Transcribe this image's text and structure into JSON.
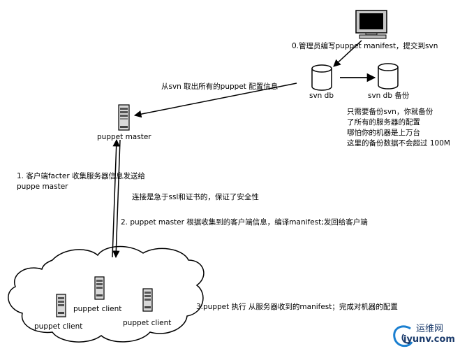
{
  "nodes": {
    "svn_db": "svn db",
    "svn_db_backup": "svn db 备份",
    "puppet_master": "puppet master",
    "client_left": "puppet client",
    "client_mid": "puppet client",
    "client_right": "puppet client"
  },
  "edges": {
    "admin_to_svn": "0.管理员编写puppet manifest，提交到svn",
    "svn_to_master": "从svn 取出所有的puppet 配置信息",
    "client_to_master_l1": "1. 客户端facter 收集服务器信息发送给",
    "client_to_master_l2": "puppe master",
    "ssl_note": "连接是急于ssl和证书的，保证了安全性",
    "master_to_client": "2. puppet master 根据收集到的客户端信息，编译manifest;发回给客户端",
    "client_apply": "3.puppet 执行 从服务器收到的manifest；完成对机器的配置"
  },
  "backup_note": [
    "只需要备份svn，你就备份",
    "了所有的服务器的配置",
    "哪怕你的机器是上万台",
    "这里的备份数据不会超过 100M"
  ],
  "watermark": {
    "cn": "运维网",
    "en": "iyunv.com",
    "color": "#1a3a6b"
  }
}
